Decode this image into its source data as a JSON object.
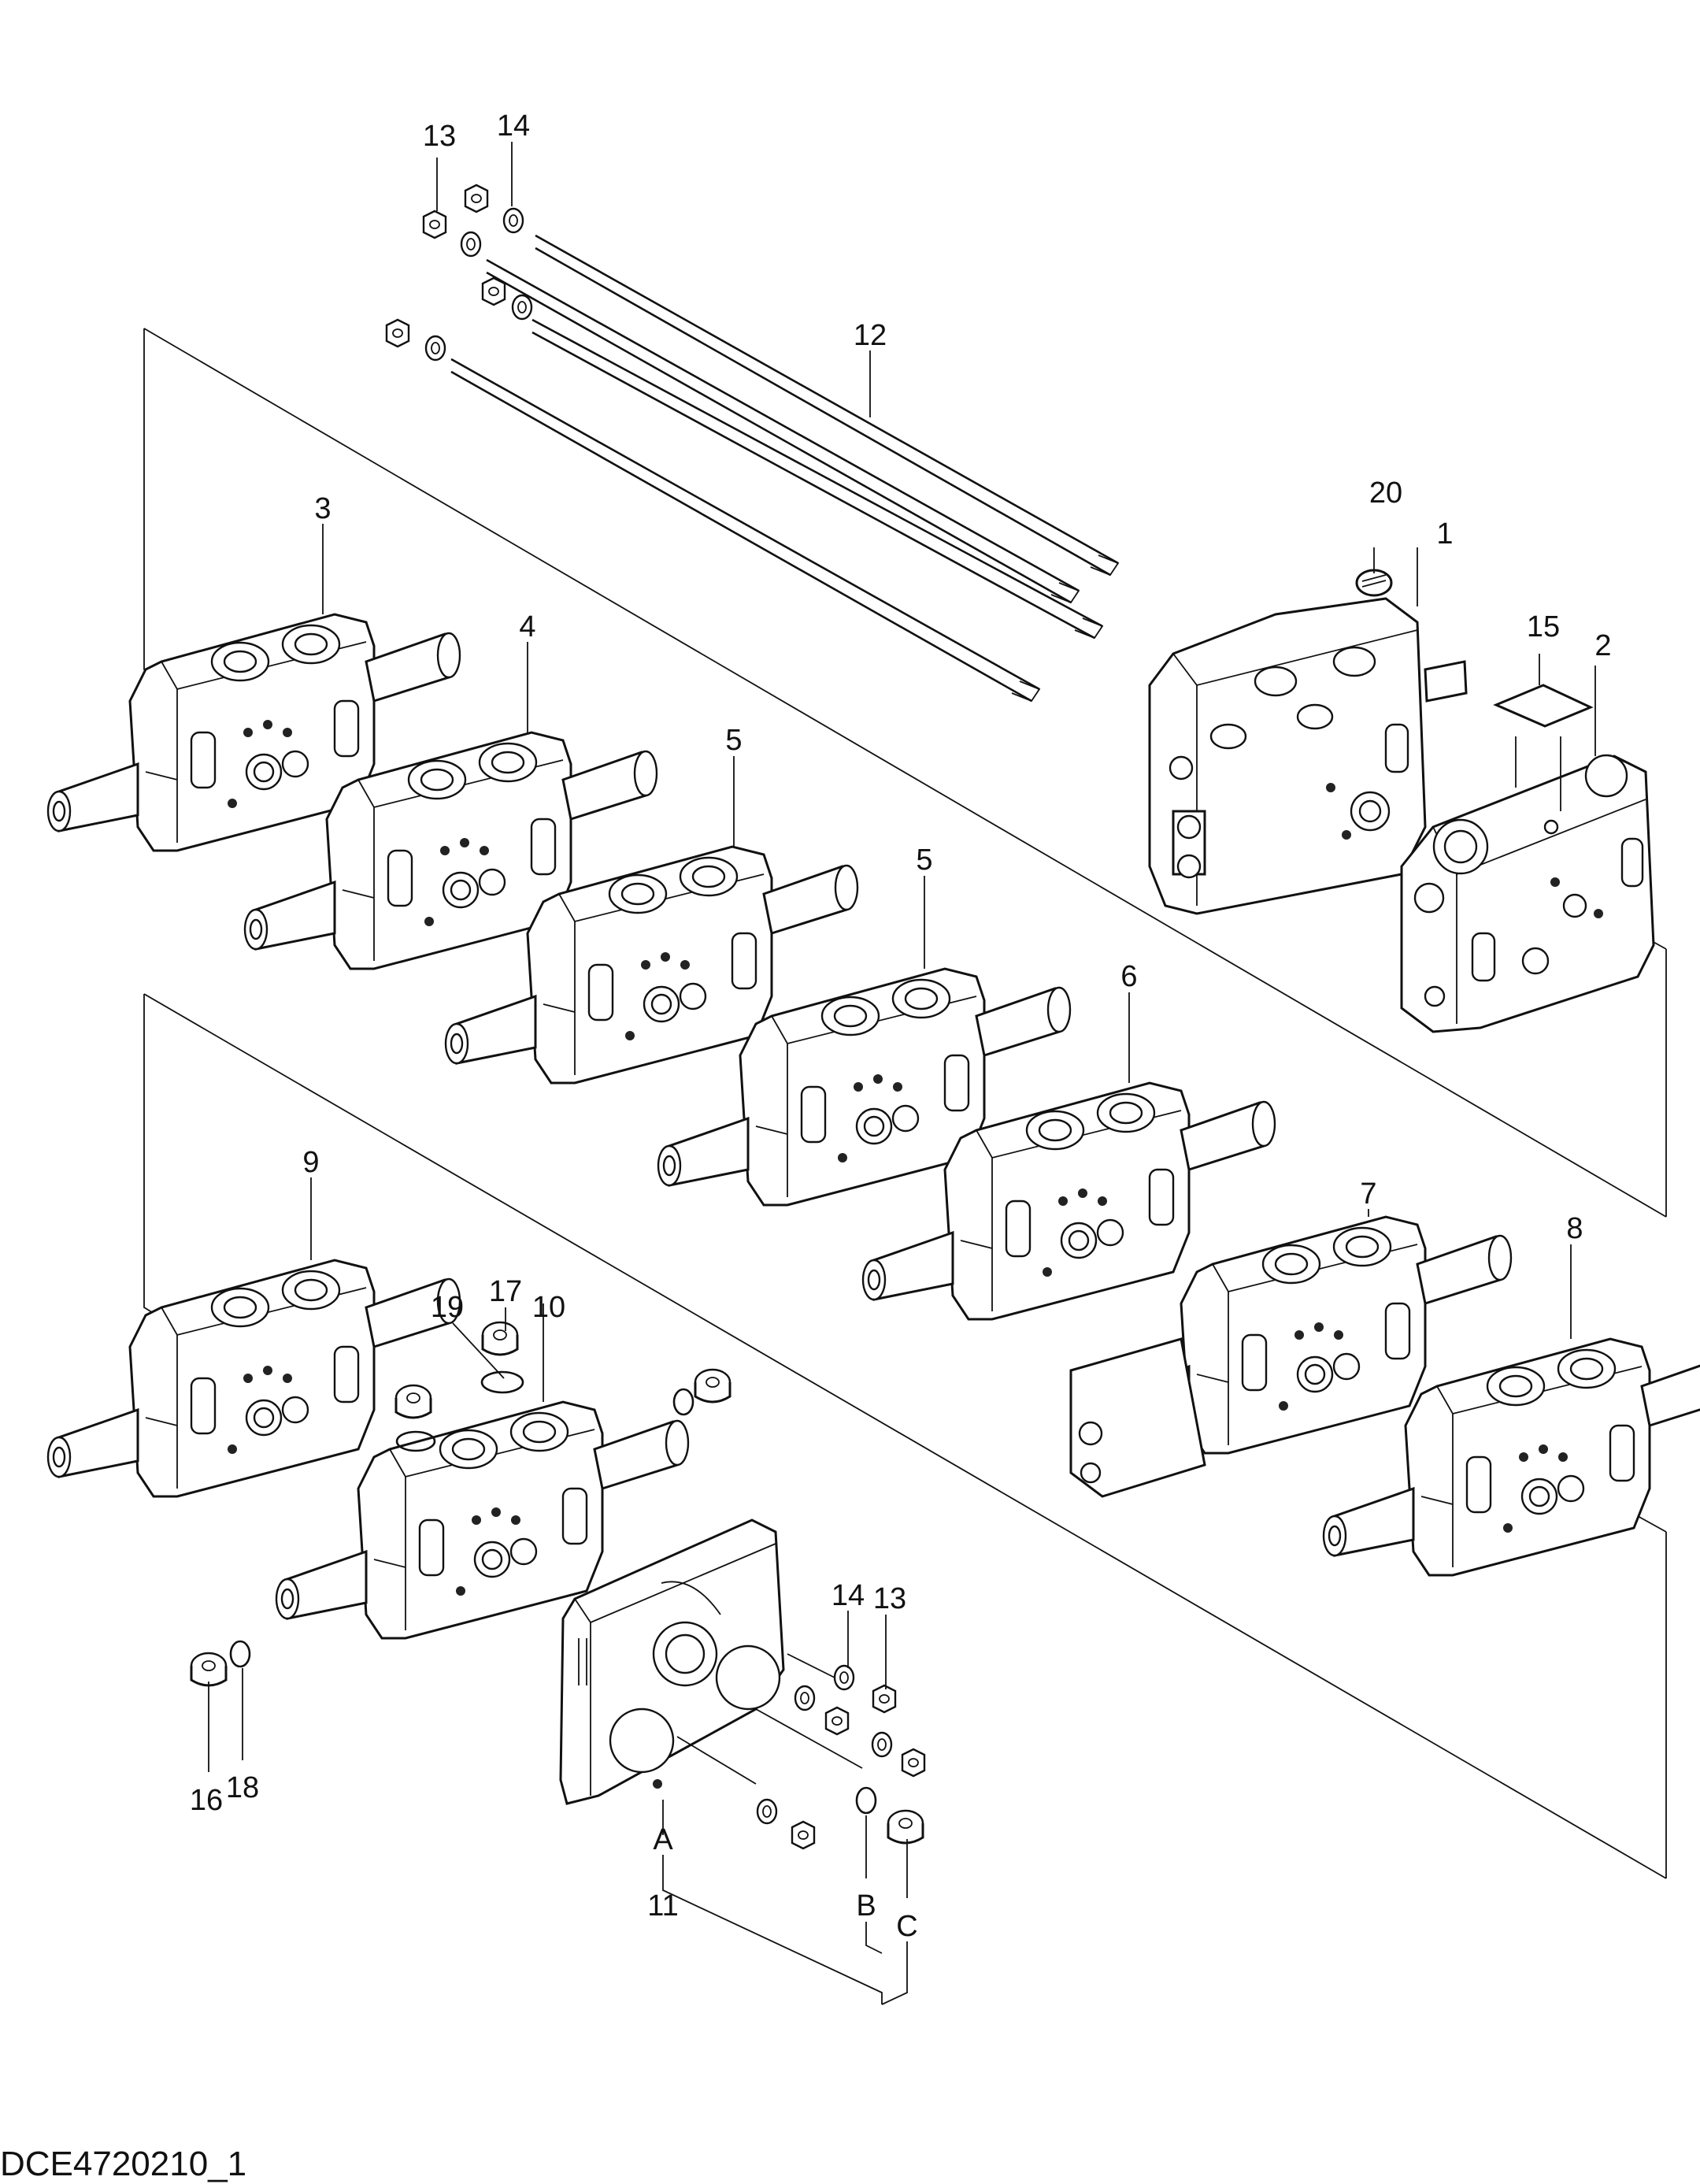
{
  "drawing_code": "DCE4720210_1",
  "callouts": {
    "c1": "1",
    "c2": "2",
    "c3": "3",
    "c4": "4",
    "c5a": "5",
    "c5b": "5",
    "c6": "6",
    "c7": "7",
    "c8": "8",
    "c9": "9",
    "c10": "10",
    "c11": "11",
    "c12": "12",
    "c13a": "13",
    "c13b": "13",
    "c14a": "14",
    "c14b": "14",
    "c15": "15",
    "c16": "16",
    "c17": "17",
    "c18": "18",
    "c19": "19",
    "c20": "20",
    "cA": "A",
    "cB": "B",
    "cC": "C"
  }
}
